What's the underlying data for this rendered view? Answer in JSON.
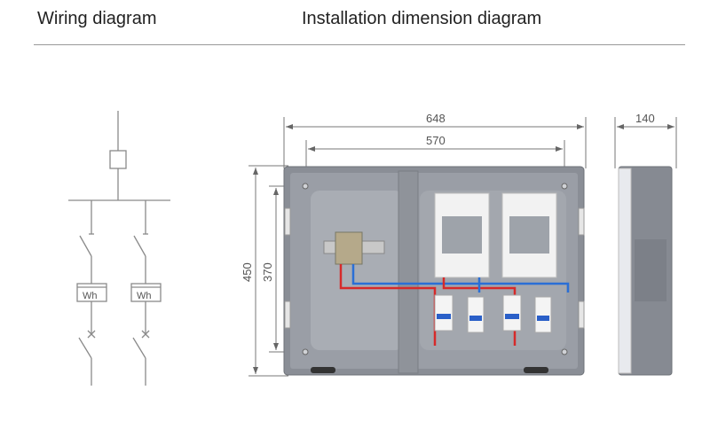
{
  "header": {
    "wiring_title": "Wiring diagram",
    "installation_title": "Installation dimension diagram"
  },
  "wiring": {
    "meter_label": "Wh"
  },
  "dimensions": {
    "width_outer": "648",
    "width_inner": "570",
    "height_outer": "450",
    "height_inner": "370",
    "depth": "140"
  },
  "colors": {
    "enclosure": "#8a8e96",
    "live_wire": "#d62a2a",
    "neutral_wire": "#2a6fd6",
    "line": "#888888"
  }
}
